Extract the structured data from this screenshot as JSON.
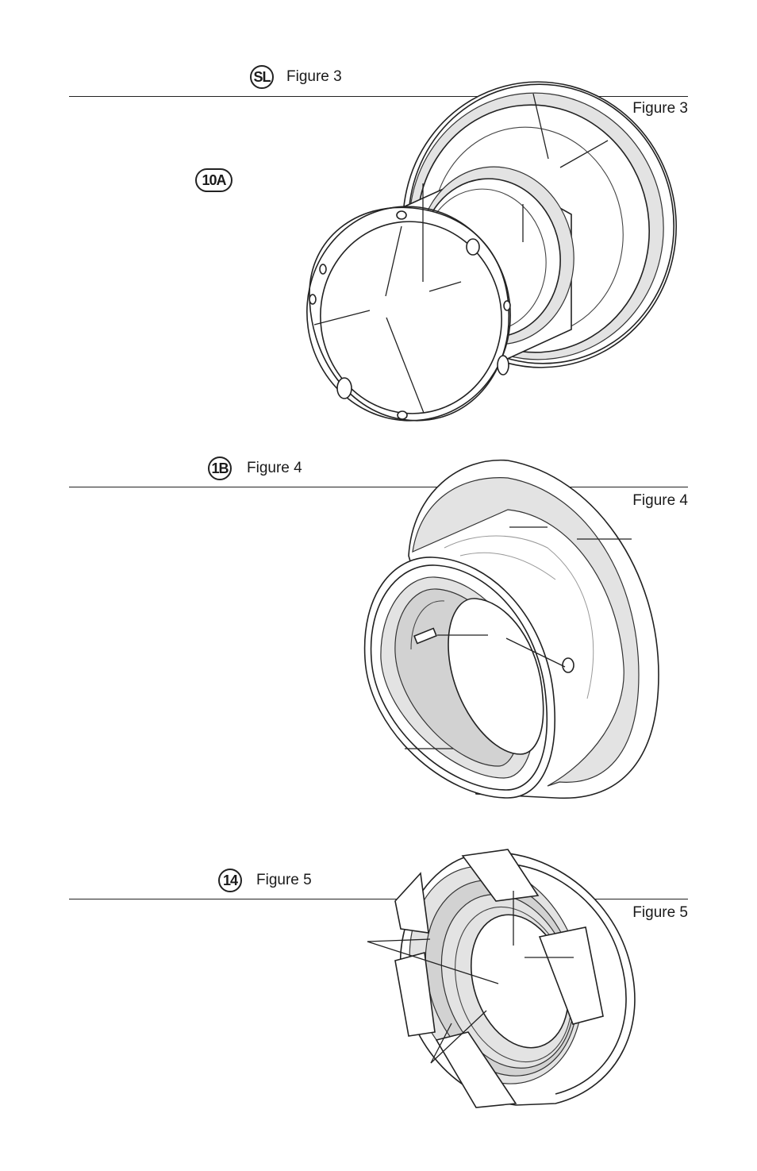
{
  "sections": [
    {
      "badge": "SL",
      "caption": "Figure 3",
      "right_caption": "Figure 3"
    },
    {
      "badge": "1B",
      "caption": "Figure 4",
      "right_caption": "Figure 4"
    },
    {
      "badge": "14",
      "caption": "Figure 5",
      "right_caption": "Figure 5"
    }
  ],
  "side_badge": "10A"
}
